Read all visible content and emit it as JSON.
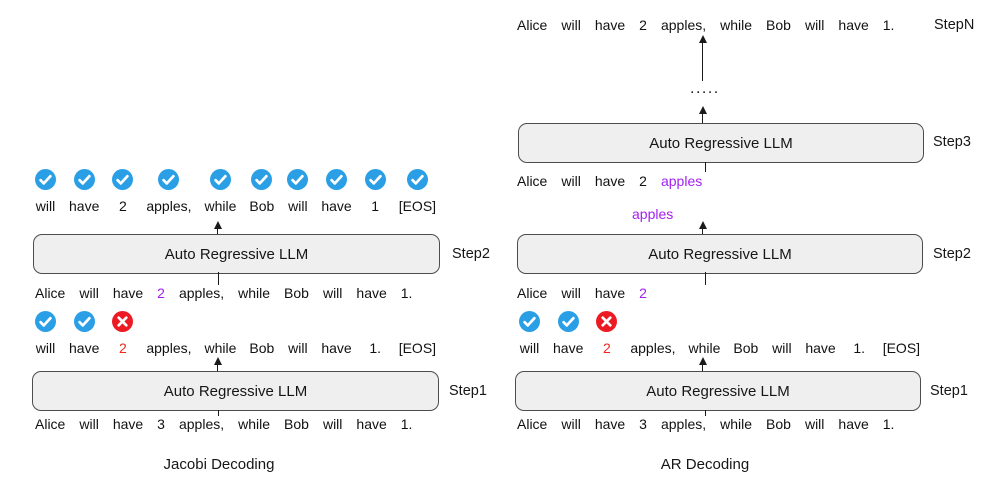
{
  "colors": {
    "check_blue": "#2B9FE6",
    "cross_red": "#EC1B23",
    "purple": "#A420F0",
    "red_text": "#F4261D",
    "box_fill": "#EFEFEF",
    "box_border": "#4D4D4D"
  },
  "box_label": "Auto Regressive LLM",
  "panels": {
    "jacobi": {
      "caption": "Jacobi Decoding",
      "step2_label": "Step2",
      "step1_label": "Step1",
      "step2_output": [
        {
          "t": "will",
          "icon": "check"
        },
        {
          "t": "have",
          "icon": "check"
        },
        {
          "t": "2",
          "icon": "check"
        },
        {
          "t": "apples,",
          "icon": "check"
        },
        {
          "t": "while",
          "icon": "check"
        },
        {
          "t": "Bob",
          "icon": "check"
        },
        {
          "t": "will",
          "icon": "check"
        },
        {
          "t": "have",
          "icon": "check"
        },
        {
          "t": "1",
          "icon": "check"
        },
        {
          "t": "[EOS]",
          "icon": "check"
        }
      ],
      "step2_input": [
        {
          "t": "Alice"
        },
        {
          "t": "will"
        },
        {
          "t": "have"
        },
        {
          "t": "2",
          "color": "purple"
        },
        {
          "t": "apples,"
        },
        {
          "t": "while"
        },
        {
          "t": "Bob"
        },
        {
          "t": "will"
        },
        {
          "t": "have"
        },
        {
          "t": "1."
        }
      ],
      "step1_output": [
        {
          "t": "will",
          "icon": "check"
        },
        {
          "t": "have",
          "icon": "check"
        },
        {
          "t": "2",
          "icon": "cross",
          "color": "red"
        },
        {
          "t": "apples,"
        },
        {
          "t": "while"
        },
        {
          "t": "Bob"
        },
        {
          "t": "will"
        },
        {
          "t": "have"
        },
        {
          "t": "1."
        },
        {
          "t": "[EOS]"
        }
      ],
      "step1_input": [
        {
          "t": "Alice"
        },
        {
          "t": "will"
        },
        {
          "t": "have"
        },
        {
          "t": "3"
        },
        {
          "t": "apples,"
        },
        {
          "t": "while"
        },
        {
          "t": "Bob"
        },
        {
          "t": "will"
        },
        {
          "t": "have"
        },
        {
          "t": "1."
        }
      ]
    },
    "ar": {
      "caption": "AR Decoding",
      "stepN_label": "StepN",
      "step3_label": "Step3",
      "step2_label": "Step2",
      "step1_label": "Step1",
      "dots": ".....",
      "stepN_output": [
        {
          "t": "Alice"
        },
        {
          "t": "will"
        },
        {
          "t": "have"
        },
        {
          "t": "2"
        },
        {
          "t": "apples,"
        },
        {
          "t": "while"
        },
        {
          "t": "Bob"
        },
        {
          "t": "will"
        },
        {
          "t": "have"
        },
        {
          "t": "1."
        }
      ],
      "step3_input": [
        {
          "t": "Alice"
        },
        {
          "t": "will"
        },
        {
          "t": "have"
        },
        {
          "t": "2"
        },
        {
          "t": "apples",
          "color": "purple"
        }
      ],
      "step2_generated": "apples",
      "step2_input": [
        {
          "t": "Alice"
        },
        {
          "t": "will"
        },
        {
          "t": "have"
        },
        {
          "t": "2",
          "color": "purple"
        }
      ],
      "step1_output": [
        {
          "t": "will",
          "icon": "check"
        },
        {
          "t": "have",
          "icon": "check"
        },
        {
          "t": "2",
          "icon": "cross",
          "color": "red"
        },
        {
          "t": "apples,"
        },
        {
          "t": "while"
        },
        {
          "t": "Bob"
        },
        {
          "t": "will"
        },
        {
          "t": "have"
        },
        {
          "t": "1."
        },
        {
          "t": "[EOS]"
        }
      ],
      "step1_input": [
        {
          "t": "Alice"
        },
        {
          "t": "will"
        },
        {
          "t": "have"
        },
        {
          "t": "3"
        },
        {
          "t": "apples,"
        },
        {
          "t": "while"
        },
        {
          "t": "Bob"
        },
        {
          "t": "will"
        },
        {
          "t": "have"
        },
        {
          "t": "1."
        }
      ]
    }
  }
}
